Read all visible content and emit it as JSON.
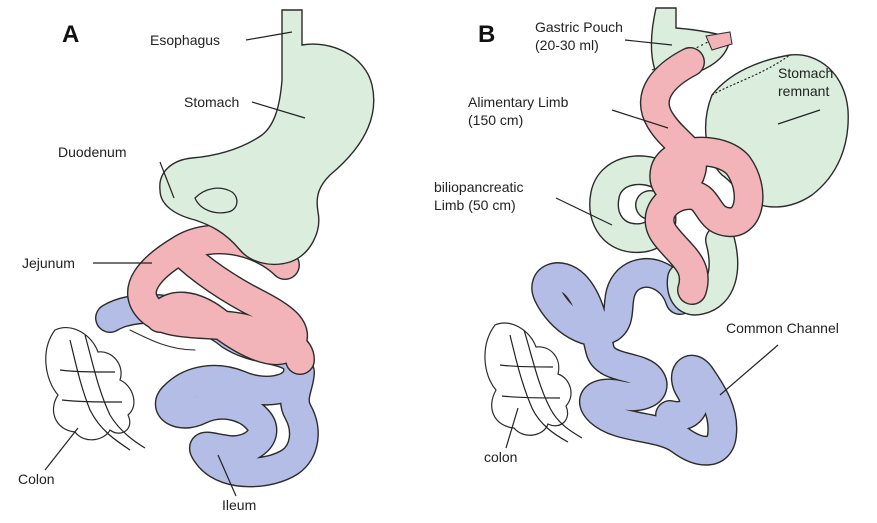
{
  "panels": {
    "a": {
      "letter": "A",
      "labels": {
        "esophagus": "Esophagus",
        "stomach": "Stomach",
        "duodenum": "Duodenum",
        "jejunum": "Jejunum",
        "colon": "Colon",
        "ileum": "Ileum"
      }
    },
    "b": {
      "letter": "B",
      "labels": {
        "gastric_pouch_1": "Gastric Pouch",
        "gastric_pouch_2": "(20-30 ml)",
        "stomach_remnant_1": "Stomach",
        "stomach_remnant_2": "remnant",
        "alimentary_limb_1": "Alimentary Limb",
        "alimentary_limb_2": "(150 cm)",
        "biliopancreatic_1": "biliopancreatic",
        "biliopancreatic_2": "Limb (50 cm)",
        "common_channel": "Common Channel",
        "colon": "colon"
      }
    }
  },
  "colors": {
    "stomach_green": "#dbeedd",
    "jejunum_pink": "#f2b4b8",
    "ileum_blue": "#b4bde6",
    "outline": "#2b2b2b",
    "colon_white": "#ffffff"
  }
}
